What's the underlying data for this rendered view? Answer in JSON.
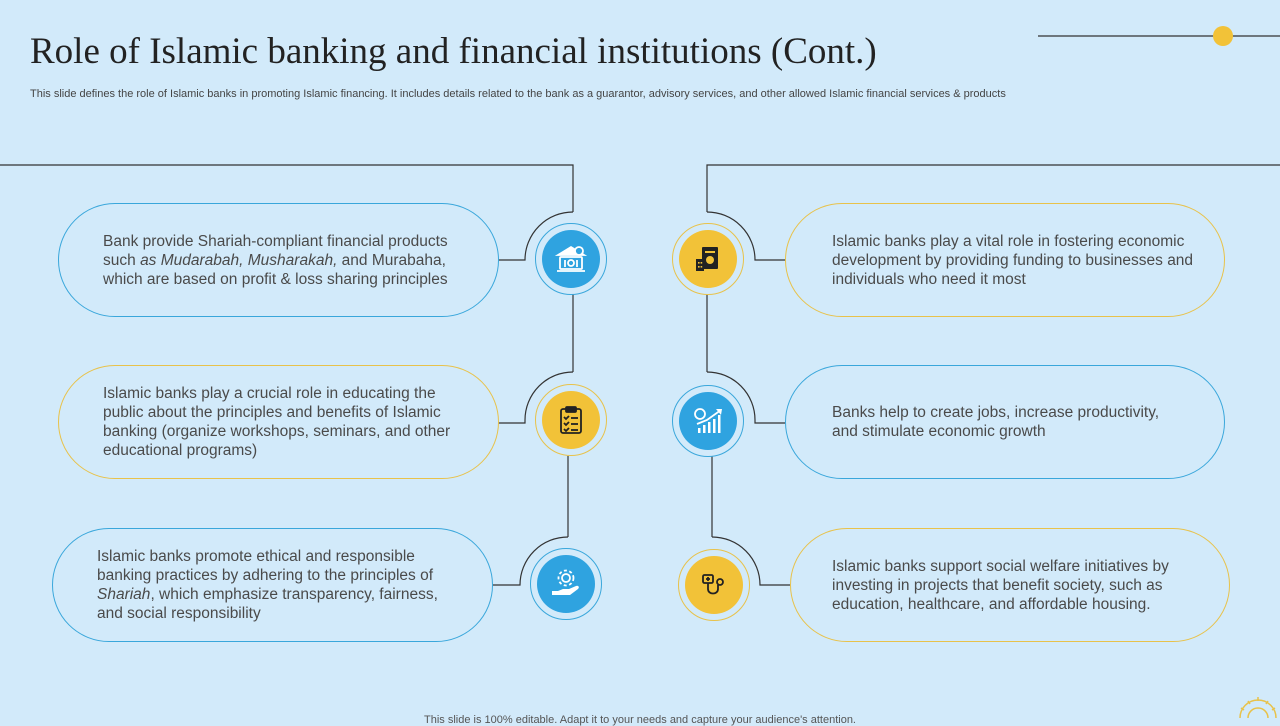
{
  "header": {
    "title": "Role of Islamic banking and financial institutions (Cont.)",
    "subtitle": "This slide defines the role of Islamic banks in promoting Islamic financing. It includes details related to the bank as a guarantor,  advisory services, and other allowed Islamic financial services & products"
  },
  "cards": {
    "left": [
      {
        "text_before": "Bank provide Shariah-compliant financial products such ",
        "text_italic": "as Mudarabah, Musharakah,",
        "text_after": " and Murabaha, which are based on profit & loss sharing principles",
        "icon": "bank-icon",
        "accent": "#2fa3e0"
      },
      {
        "text": "Islamic banks play a crucial role in educating the public about the principles and benefits of Islamic banking (organize workshops, seminars, and other educational programs)",
        "icon": "clipboard-checklist-icon",
        "accent": "#f2c238"
      },
      {
        "text_before": "Islamic banks promote ethical and responsible banking practices by adhering to the principles of ",
        "text_italic": "Shariah",
        "text_after": ", which emphasize transparency, fairness, and social responsibility",
        "icon": "hand-gear-icon",
        "accent": "#2fa3e0"
      }
    ],
    "right": [
      {
        "text": "Islamic banks play a vital role in fostering economic development by providing funding to businesses and individuals who need it most",
        "icon": "building-document-icon",
        "accent": "#f2c238"
      },
      {
        "text": "Banks help to create jobs, increase productivity, and stimulate economic growth",
        "icon": "growth-chart-icon",
        "accent": "#2fa3e0"
      },
      {
        "text": "Islamic banks support social welfare initiatives by investing in projects that benefit society, such as education, healthcare, and affordable housing.",
        "icon": "stethoscope-icon",
        "accent": "#f2c238"
      }
    ]
  },
  "footer": {
    "note": "This slide is 100% editable. Adapt it to your needs and capture your audience's attention."
  },
  "colors": {
    "background": "#d2eafa",
    "blue": "#2fa3e0",
    "gold": "#f2c238",
    "line": "#333333"
  }
}
